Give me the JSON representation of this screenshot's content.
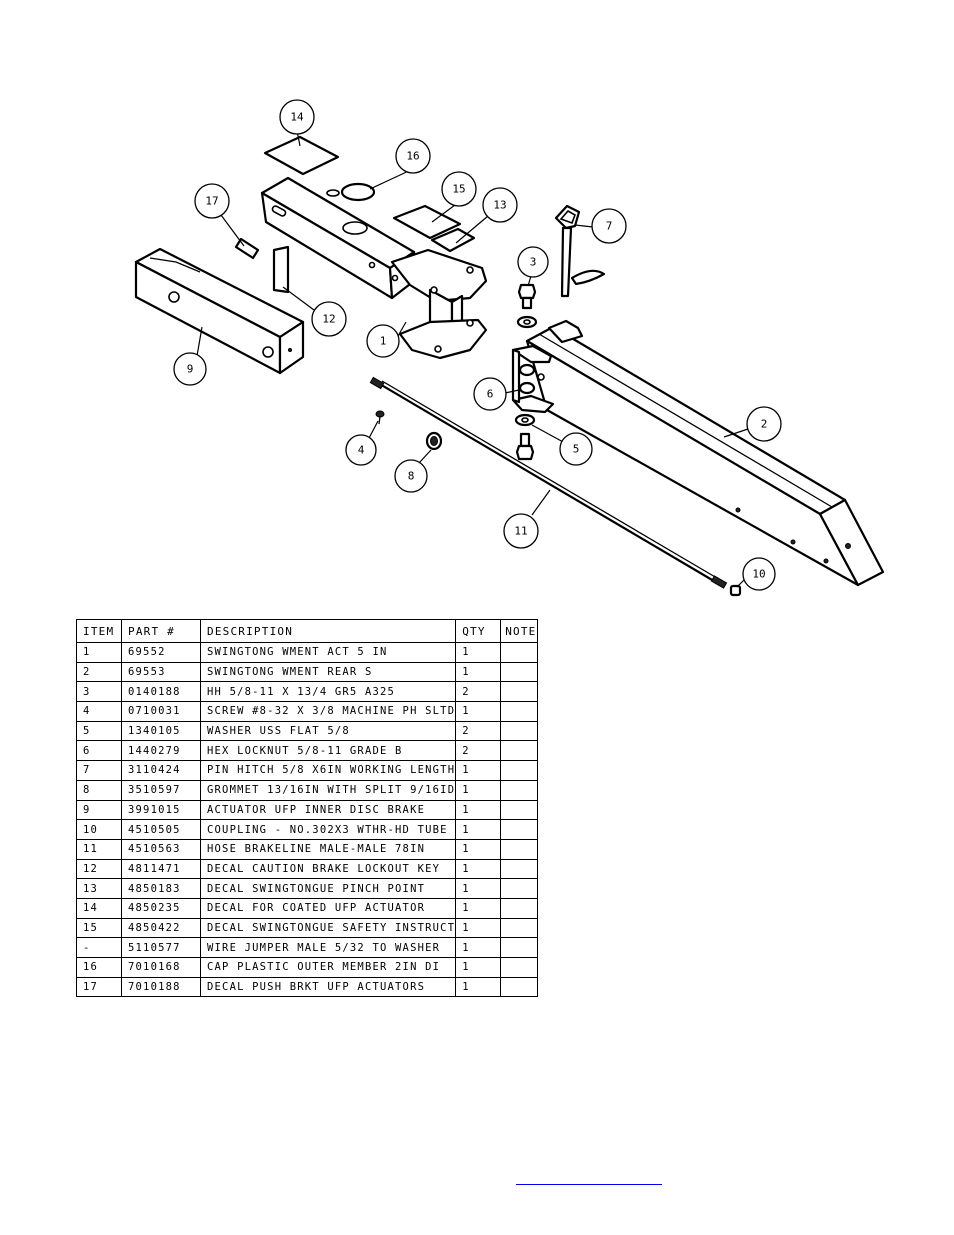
{
  "diagram": {
    "balloons": [
      "14",
      "16",
      "17",
      "15",
      "13",
      "7",
      "3",
      "12",
      "1",
      "9",
      "6",
      "2",
      "4",
      "5",
      "8",
      "11",
      "10"
    ]
  },
  "table": {
    "headers": {
      "item": "ITEM",
      "part": "PART #",
      "desc": "DESCRIPTION",
      "qty": "QTY",
      "note": "NOTE"
    },
    "rows": [
      {
        "item": "1",
        "part": "69552",
        "desc": "SWINGTONG WMENT ACT 5 IN",
        "qty": "1",
        "note": ""
      },
      {
        "item": "2",
        "part": "69553",
        "desc": "SWINGTONG WMENT REAR S",
        "qty": "1",
        "note": ""
      },
      {
        "item": "3",
        "part": "0140188",
        "desc": "HH 5/8-11 X 13/4  GR5 A325",
        "qty": "2",
        "note": ""
      },
      {
        "item": "4",
        "part": "0710031",
        "desc": "SCREW #8-32 X 3/8 MACHINE PH SLTD",
        "qty": "1",
        "note": ""
      },
      {
        "item": "5",
        "part": "1340105",
        "desc": "WASHER USS FLAT 5/8",
        "qty": "2",
        "note": ""
      },
      {
        "item": "6",
        "part": "1440279",
        "desc": "HEX LOCKNUT 5/8-11 GRADE B",
        "qty": "2",
        "note": ""
      },
      {
        "item": "7",
        "part": "3110424",
        "desc": "PIN HITCH 5/8 X6IN WORKING LENGTH",
        "qty": "1",
        "note": ""
      },
      {
        "item": "8",
        "part": "3510597",
        "desc": "GROMMET 13/16IN  WITH SPLIT 9/16ID",
        "qty": "1",
        "note": ""
      },
      {
        "item": "9",
        "part": "3991015",
        "desc": "ACTUATOR UFP INNER  DISC BRAKE",
        "qty": "1",
        "note": ""
      },
      {
        "item": "10",
        "part": "4510505",
        "desc": "COUPLING - NO.302X3 WTHR-HD TUBE",
        "qty": "1",
        "note": ""
      },
      {
        "item": "11",
        "part": "4510563",
        "desc": "HOSE BRAKELINE MALE-MALE 78IN",
        "qty": "1",
        "note": ""
      },
      {
        "item": "12",
        "part": "4811471",
        "desc": "DECAL CAUTION BRAKE LOCKOUT KEY",
        "qty": "1",
        "note": ""
      },
      {
        "item": "13",
        "part": "4850183",
        "desc": "DECAL SWINGTONGUE PINCH POINT",
        "qty": "1",
        "note": ""
      },
      {
        "item": "14",
        "part": "4850235",
        "desc": "DECAL FOR COATED UFP ACTUATOR",
        "qty": "1",
        "note": ""
      },
      {
        "item": "15",
        "part": "4850422",
        "desc": "DECAL SWINGTONGUE SAFETY INSTRUCT",
        "qty": "1",
        "note": ""
      },
      {
        "item": "-",
        "part": "5110577",
        "desc": "WIRE JUMPER MALE 5/32 TO WASHER",
        "qty": "1",
        "note": ""
      },
      {
        "item": "16",
        "part": "7010168",
        "desc": "CAP  PLASTIC OUTER MEMBER 2IN DI",
        "qty": "1",
        "note": ""
      },
      {
        "item": "17",
        "part": "7010188",
        "desc": "DECAL PUSH BRKT UFP ACTUATORS",
        "qty": "1",
        "note": ""
      }
    ]
  },
  "colors": {
    "link": "#0000ee",
    "line": "#000000"
  }
}
